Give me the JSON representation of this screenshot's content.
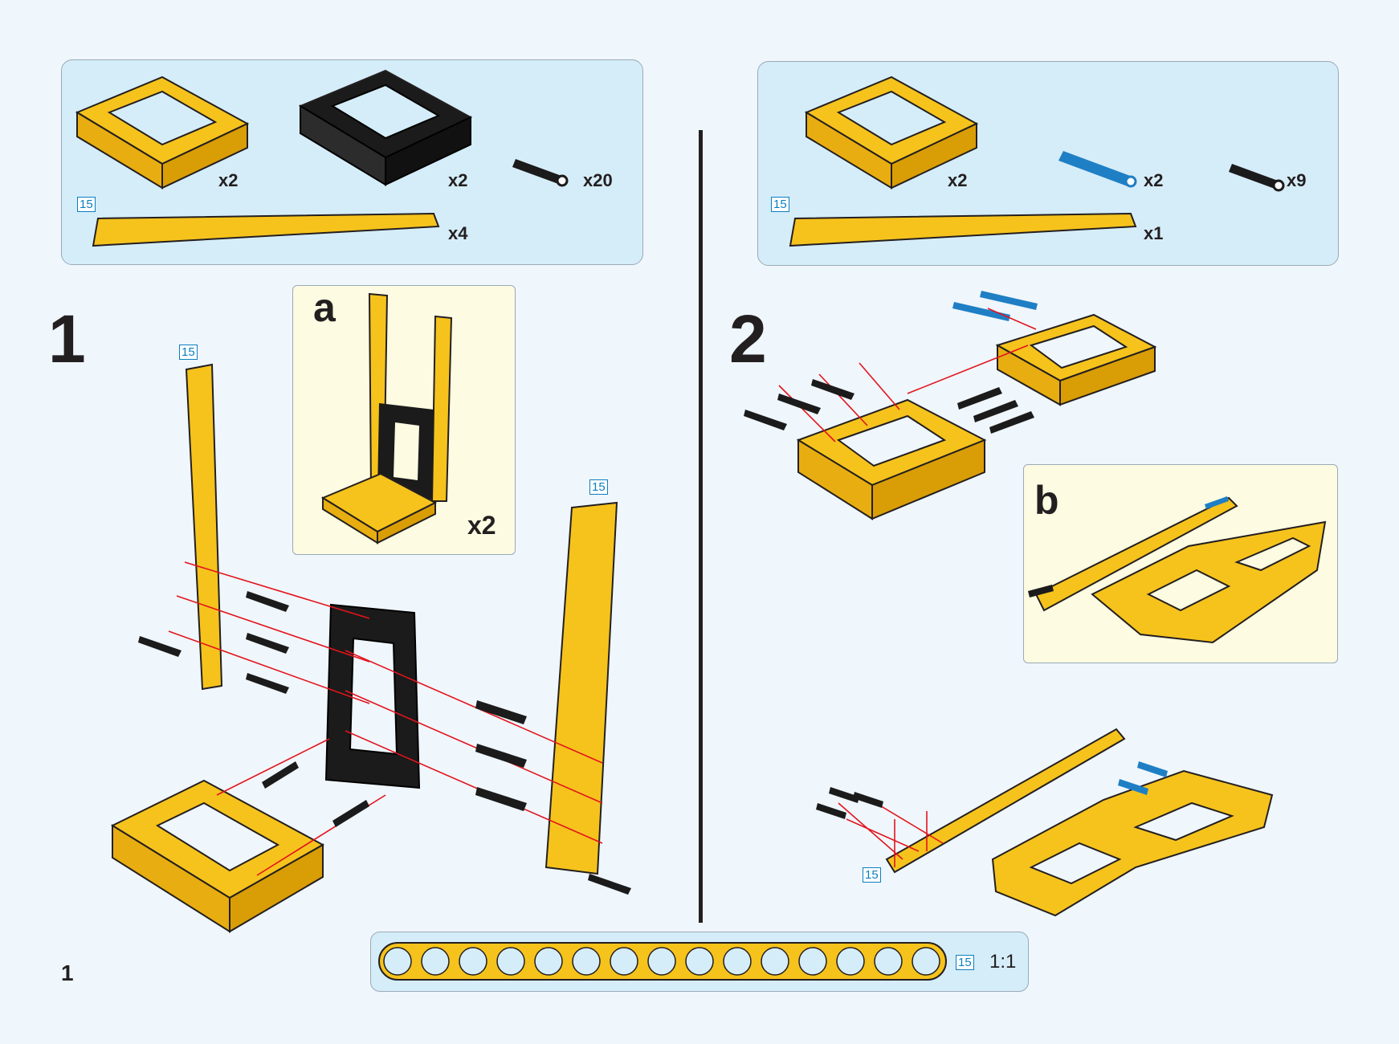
{
  "colors": {
    "yellow": "#f6c31c",
    "black": "#1b1b1b",
    "blue": "#1f7fc4",
    "arrow": "#e3141c",
    "panel": "#d5edf9",
    "callout": "#fdfbe1"
  },
  "parts_left": {
    "frame_yellow_qty": "x2",
    "frame_black_qty": "x2",
    "pin_black_qty": "x20",
    "beam_len": "15",
    "beam_qty": "x4"
  },
  "parts_right": {
    "frame_yellow_qty": "x2",
    "pin_blue_qty": "x2",
    "pin_black_qty": "x9",
    "beam_len": "15",
    "beam_qty": "x1"
  },
  "step1": {
    "number": "1",
    "beam_left_len": "15",
    "beam_right_len": "15",
    "sub_label": "a",
    "sub_qty": "x2"
  },
  "step2": {
    "number": "2",
    "sub_label": "b",
    "beam_len": "15"
  },
  "ruler": {
    "len": "15",
    "scale": "1:1"
  },
  "page_number": "1"
}
